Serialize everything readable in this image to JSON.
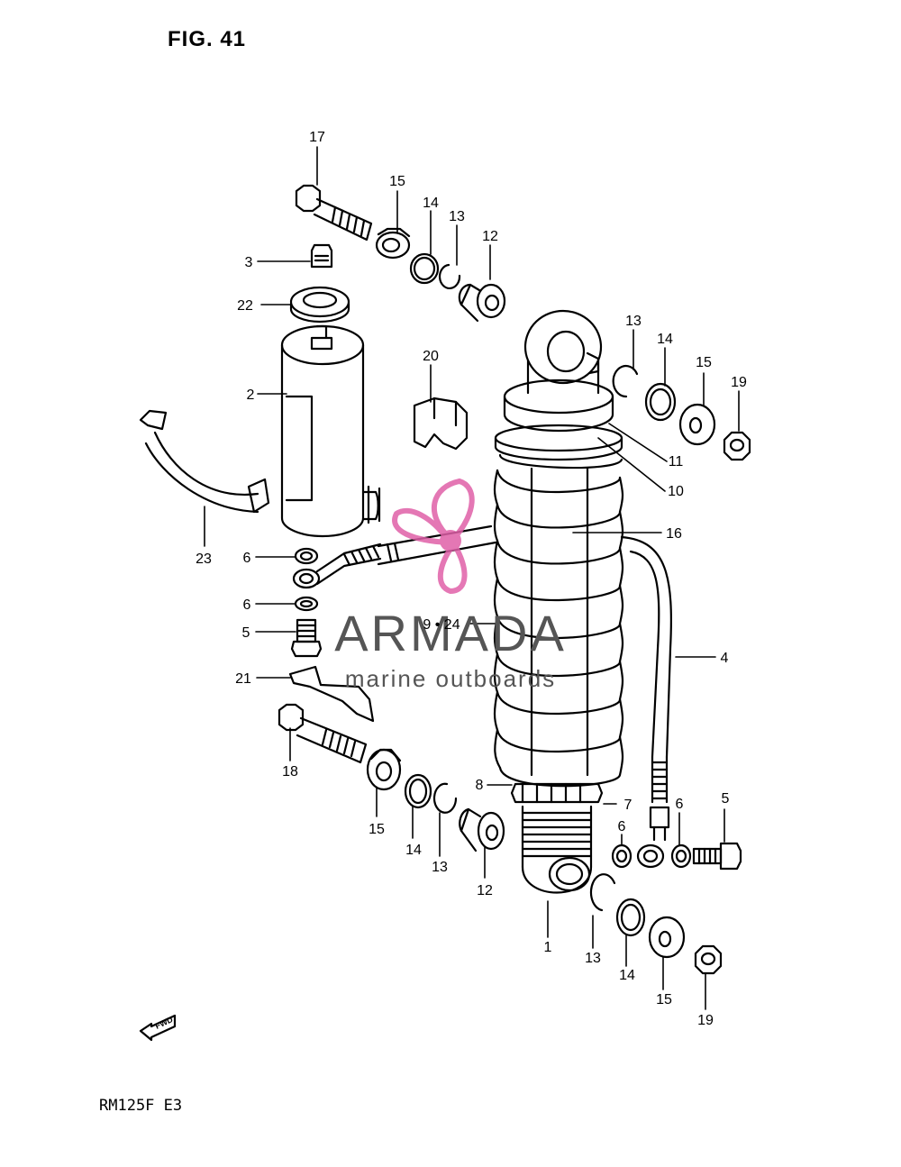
{
  "figure": {
    "title": "FIG. 41",
    "model_code": "RM125F  E3"
  },
  "watermark": {
    "brand": "ARMADA",
    "tagline": "marine outboards",
    "color": "#e060a8",
    "text_color": "#555555"
  },
  "fwd_label": "FWD",
  "callouts": {
    "c1": "1",
    "c2": "2",
    "c3": "3",
    "c4": "4",
    "c5a": "5",
    "c5b": "5",
    "c6a": "6",
    "c6b": "6",
    "c6c": "6",
    "c6d": "6",
    "c7": "7",
    "c8": "8",
    "c924": "9 • 24",
    "c10": "10",
    "c11": "11",
    "c12a": "12",
    "c12b": "12",
    "c13a": "13",
    "c13b": "13",
    "c13c": "13",
    "c13d": "13",
    "c14a": "14",
    "c14b": "14",
    "c14c": "14",
    "c14d": "14",
    "c15a": "15",
    "c15b": "15",
    "c15c": "15",
    "c15d": "15",
    "c16": "16",
    "c17": "17",
    "c18": "18",
    "c19a": "19",
    "c19b": "19",
    "c20": "20",
    "c21": "21",
    "c22": "22",
    "c23": "23"
  }
}
